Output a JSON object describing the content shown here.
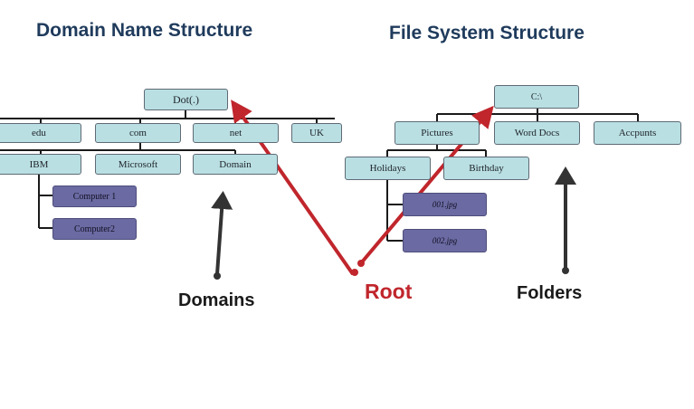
{
  "titles": {
    "left": "Domain Name Structure",
    "right": "File System Structure"
  },
  "dns_tree": {
    "root": "Dot(.)",
    "tlds": [
      "edu",
      "com",
      "net",
      "UK"
    ],
    "level2": [
      "IBM",
      "Microsoft",
      "Domain"
    ],
    "hosts": [
      "Computer 1",
      "Computer2"
    ]
  },
  "fs_tree": {
    "root": "C:\\",
    "level1": [
      "Pictures",
      "Word Docs",
      "Accpunts"
    ],
    "level2": [
      "Holidays",
      "Birthday"
    ],
    "files": [
      "001.jpg",
      "002.jpg"
    ]
  },
  "labels": {
    "domains": "Domains",
    "root": "Root",
    "folders": "Folders"
  },
  "colors": {
    "title": "#1f3b5c",
    "node_fill": "#b9dfe3",
    "leaf_fill": "#6b6aa2",
    "root_arrow": "#c0262c",
    "pointer_arrow": "#333333"
  }
}
